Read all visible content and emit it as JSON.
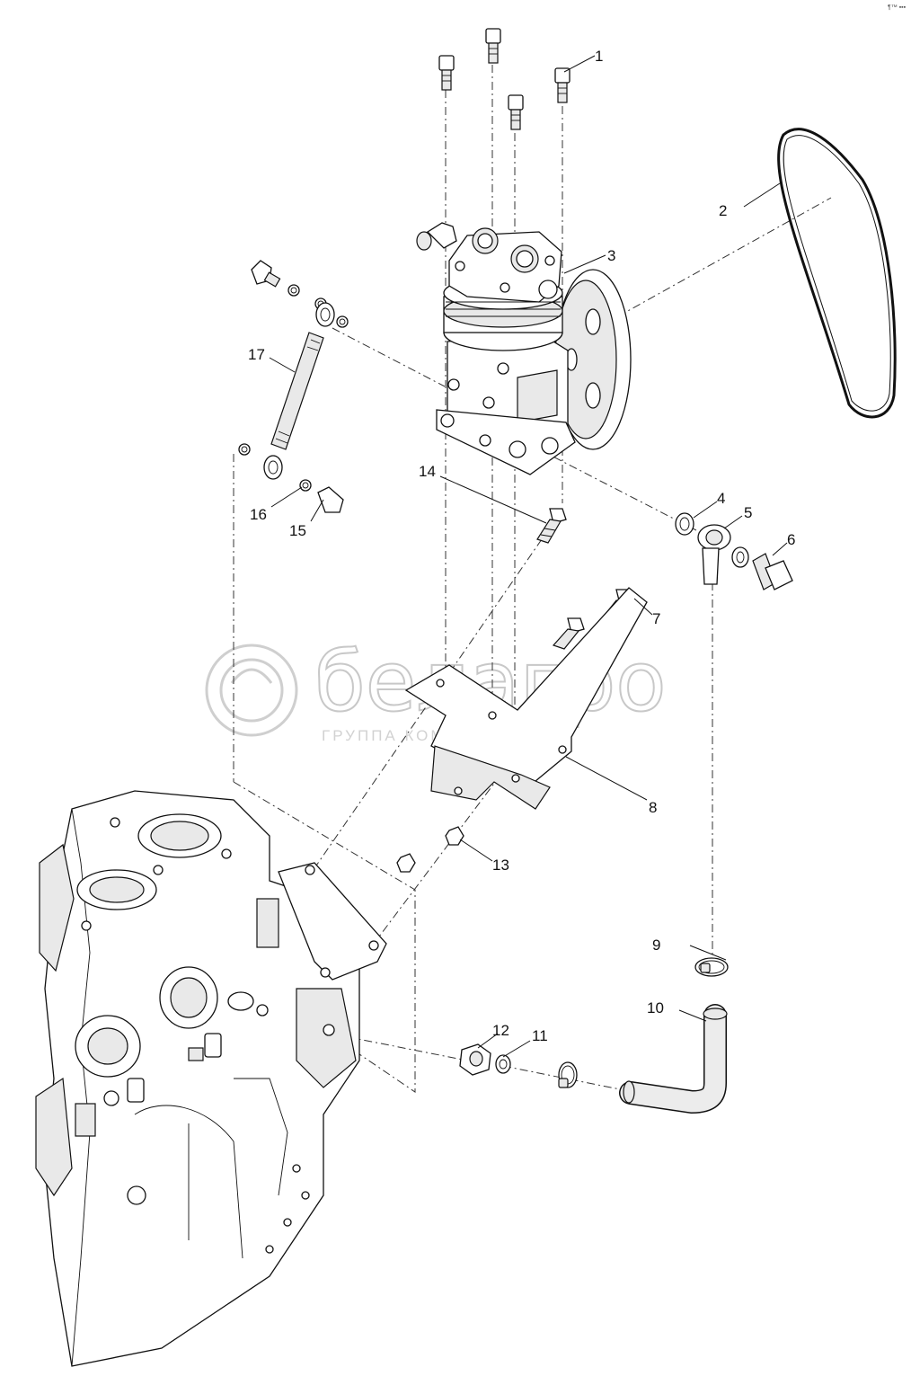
{
  "watermark": {
    "brand": "белагро",
    "subtitle": "ГРУППА КОМПАНИЙ"
  },
  "corner_mark": "¶™ ▪▪▪",
  "callouts": [
    {
      "id": "c1",
      "label": "1"
    },
    {
      "id": "c2",
      "label": "2"
    },
    {
      "id": "c3",
      "label": "3"
    },
    {
      "id": "c4",
      "label": "4"
    },
    {
      "id": "c5",
      "label": "5"
    },
    {
      "id": "c6",
      "label": "6"
    },
    {
      "id": "c7",
      "label": "7"
    },
    {
      "id": "c8",
      "label": "8"
    },
    {
      "id": "c9",
      "label": "9"
    },
    {
      "id": "c10",
      "label": "10"
    },
    {
      "id": "c11",
      "label": "11"
    },
    {
      "id": "c12",
      "label": "12"
    },
    {
      "id": "c13",
      "label": "13"
    },
    {
      "id": "c14",
      "label": "14"
    },
    {
      "id": "c15",
      "label": "15"
    },
    {
      "id": "c16",
      "label": "16"
    },
    {
      "id": "c17",
      "label": "17"
    }
  ],
  "colors": {
    "line": "#111111",
    "watermark": "#c8c8c8",
    "background": "#ffffff"
  }
}
